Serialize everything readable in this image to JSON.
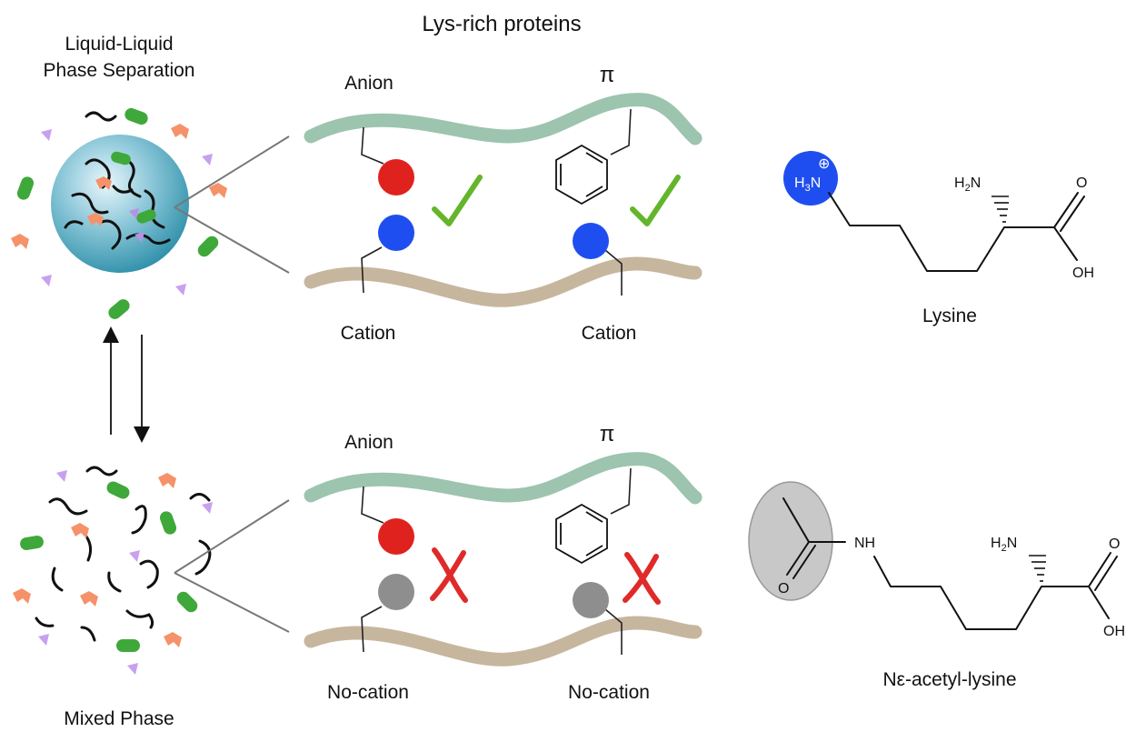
{
  "title": "Lys-rich proteins",
  "droplet": {
    "top_label_line1": "Liquid-Liquid",
    "top_label_line2": "Phase Separation",
    "bottom_label": "Mixed Phase"
  },
  "top_panel": {
    "left_top_label": "Anion",
    "right_top_label": "π",
    "left_bottom_label": "Cation",
    "right_bottom_label": "Cation"
  },
  "bottom_panel": {
    "left_top_label": "Anion",
    "right_top_label": "π",
    "left_bottom_label": "No-cation",
    "right_bottom_label": "No-cation"
  },
  "molecules": {
    "lysine": {
      "name": "Lysine",
      "amine_group": "H3N",
      "amine_sub": "3",
      "charge": "⊕",
      "alpha_amine": "H2N",
      "hydroxyl": "OH",
      "carbonyl": "O"
    },
    "acetyl_lysine": {
      "name": "Nε-acetyl-lysine",
      "nh": "NH",
      "acetyl_o": "O",
      "alpha_amine": "H2N",
      "hydroxyl": "OH",
      "carbonyl": "O"
    }
  },
  "colors": {
    "top_strand": "#9dc4ae",
    "bottom_strand": "#c7b69e",
    "anion": "#e0221f",
    "cation": "#1f4ef0",
    "neutral": "#8e8e8e",
    "check": "#63b52a",
    "cross": "#e02a2a",
    "acetyl_highlight": "#c8c8c8"
  },
  "icons": [
    "checkmark-icon",
    "cross-icon",
    "arrow-up-icon",
    "arrow-down-icon",
    "benzene-ring-icon"
  ]
}
